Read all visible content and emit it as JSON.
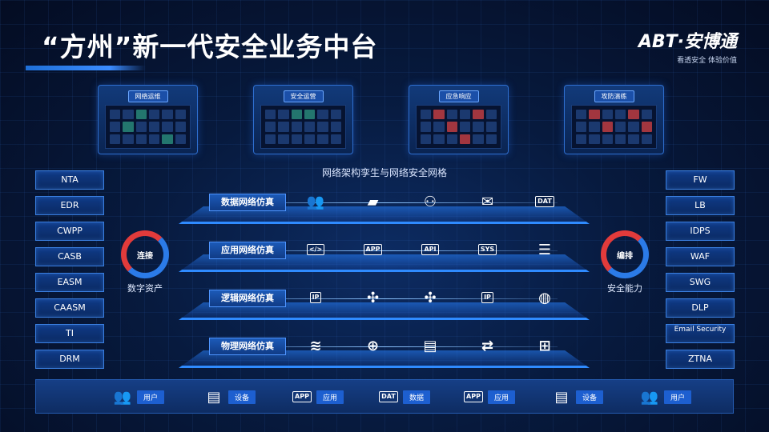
{
  "header": {
    "title": "“方州”新一代安全业务中台",
    "brand_logo": "ABT·安博通",
    "brand_slogan": "看透安全 体验价值"
  },
  "modules": [
    {
      "label": "网络运维"
    },
    {
      "label": "安全运营"
    },
    {
      "label": "应急响应"
    },
    {
      "label": "攻防演练"
    }
  ],
  "left_items": [
    "NTA",
    "EDR",
    "CWPP",
    "CASB",
    "EASM",
    "CAASM",
    "TI",
    "DRM"
  ],
  "right_items": [
    "FW",
    "LB",
    "IDPS",
    "WAF",
    "SWG",
    "DLP",
    "Email Security",
    "ZTNA"
  ],
  "mesh_label": "网络架构孪生与网络安全网格",
  "layers": [
    {
      "label": "数据网络仿真",
      "icons": [
        "users-icon",
        "folder-image-icon",
        "network-users-icon",
        "mail-icon",
        "dat-file-icon"
      ]
    },
    {
      "label": "应用网络仿真",
      "icons": [
        "code-monitor-icon",
        "app-icon",
        "api-window-icon",
        "sys-window-icon",
        "database-icon"
      ]
    },
    {
      "label": "逻辑网络仿真",
      "icons": [
        "ip-pin-icon",
        "network-nodes-icon",
        "network-nodes-icon",
        "ip-pin-icon",
        "globe-shield-icon"
      ]
    },
    {
      "label": "物理网络仿真",
      "icons": [
        "wireless-icon",
        "router-icon",
        "server-rack-icon",
        "switch-icon",
        "topology-icon"
      ]
    }
  ],
  "left_cycle": {
    "text": "连接",
    "caption": "数字资产"
  },
  "right_cycle": {
    "text": "编排",
    "caption": "安全能力"
  },
  "bottom": [
    {
      "icon": "users-icon",
      "label": "用户"
    },
    {
      "icon": "server-icon",
      "label": "设备"
    },
    {
      "icon": "app-icon",
      "label": "应用"
    },
    {
      "icon": "dat-file-icon",
      "label": "数据"
    },
    {
      "icon": "app-icon",
      "label": "应用"
    },
    {
      "icon": "server-icon",
      "label": "设备"
    },
    {
      "icon": "users-icon",
      "label": "用户"
    }
  ],
  "colors": {
    "accent": "#2f8bff",
    "cycle_red": "#e23b3b",
    "cycle_blue": "#2b7be8"
  }
}
